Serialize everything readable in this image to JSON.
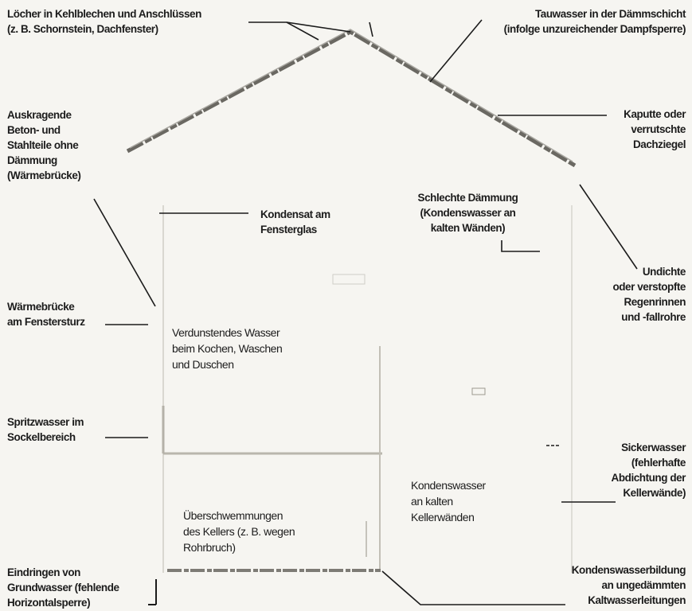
{
  "labels": {
    "kehlbleche": [
      "Löcher in Kehlblechen und Anschlüssen",
      "(z. B. Schornstein, Dachfenster)"
    ],
    "tauwasser": [
      "Tauwasser in der Dämmschicht",
      "(infolge unzureichender Dampfsperre)"
    ],
    "auskragende": [
      "Auskragende",
      "Beton- und",
      "Stahlteile ohne",
      "Dämmung",
      "(Wärmebrücke)"
    ],
    "dachziegel": [
      "Kaputte oder",
      "verrutschte",
      "Dachziegel"
    ],
    "kondensat_fenster": [
      "Kondensat am",
      "Fensterglas"
    ],
    "schlechte_daemmung": [
      "Schlechte Dämmung",
      "(Kondenswasser an",
      "kalten Wänden)"
    ],
    "regenrinnen": [
      "Undichte",
      "oder verstopfte",
      "Regenrinnen",
      "und -fallrohre"
    ],
    "fenstersturz": [
      "Wärmebrücke",
      "am Fenstersturz"
    ],
    "verdunstendes": [
      "Verdunstendes Wasser",
      "beim Kochen, Waschen",
      "und Duschen"
    ],
    "spritzwasser": [
      "Spritzwasser im",
      "Sockelbereich"
    ],
    "sickerwasser": [
      "Sickerwasser",
      "(fehlerhafte",
      "Abdichtung der",
      "Kellerwände)"
    ],
    "kellerwaende": [
      "Kondenswasser",
      "an kalten",
      "Kellerwänden"
    ],
    "ueberschwemmung": [
      "Überschwemmungen",
      "des Kellers  (z. B. wegen",
      "Rohrbruch)"
    ],
    "grundwasser": [
      "Eindringen von",
      "Grundwasser (fehlende",
      "Horizontalsperre)"
    ],
    "kaltwasser": [
      "Kondenswasserbildung",
      "an ungedämmten",
      "Kaltwasserleitungen"
    ]
  }
}
